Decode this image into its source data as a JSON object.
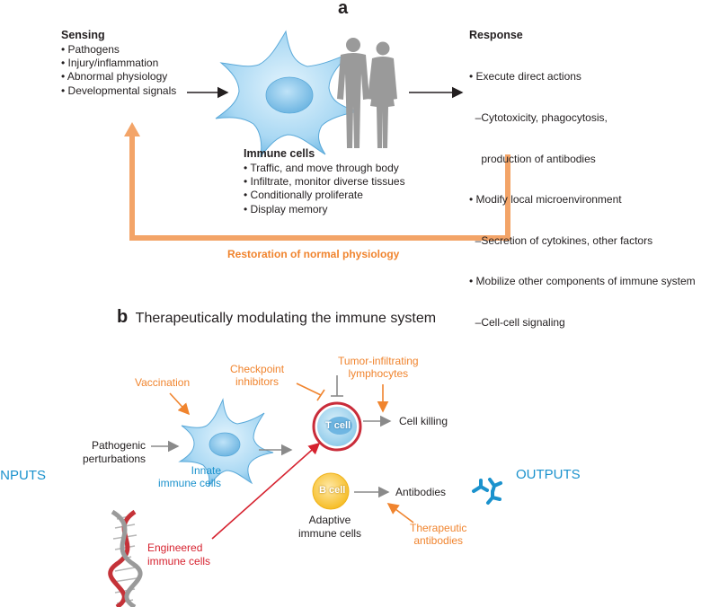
{
  "panel_a": {
    "label": "a",
    "sensing": {
      "title": "Sensing",
      "items": [
        "• Pathogens",
        "• Injury/inflammation",
        "• Abnormal physiology",
        "• Developmental signals"
      ]
    },
    "response": {
      "title": "Response",
      "items": [
        "• Execute direct actions",
        "  –Cytotoxicity, phagocytosis,",
        "    production of antibodies",
        "• Modify local microenvironment",
        "  –Secretion of cytokines, other factors",
        "• Mobilize other components of immune system",
        "  –Cell-cell signaling"
      ]
    },
    "immune": {
      "title": "Immune cells",
      "items": [
        "• Traffic, and move through body",
        "• Infiltrate, monitor diverse tissues",
        "• Conditionally proliferate",
        "• Display memory"
      ]
    },
    "restoration": "Restoration of normal physiology"
  },
  "panel_b": {
    "label": "b",
    "title": "Therapeutically modulating the immune system",
    "inputs": "INPUTS",
    "outputs": "OUTPUTS",
    "vaccination": "Vaccination",
    "checkpoint": [
      "Checkpoint",
      "inhibitors"
    ],
    "til": [
      "Tumor-infiltrating",
      "lymphocytes"
    ],
    "pathogenic": [
      "Pathogenic",
      "perturbations"
    ],
    "innate": [
      "Innate",
      "immune cells"
    ],
    "tcell": "T cell",
    "bcell": "B cell",
    "cell_killing": "Cell killing",
    "antibodies": "Antibodies",
    "adaptive": [
      "Adaptive",
      "immune cells"
    ],
    "therapeutic": [
      "Therapeutic",
      "antibodies"
    ],
    "engineered": [
      "Engineered",
      "immune cells"
    ]
  },
  "colors": {
    "orange": "#f0842e",
    "blue": "#1b92cd",
    "red": "#d6222f",
    "gray_arrow": "#8a8a8a",
    "cell_blue": "#a9d8f3",
    "tcell_ring": "#c92c3a",
    "bcell_yellow": "#f6bd26"
  }
}
